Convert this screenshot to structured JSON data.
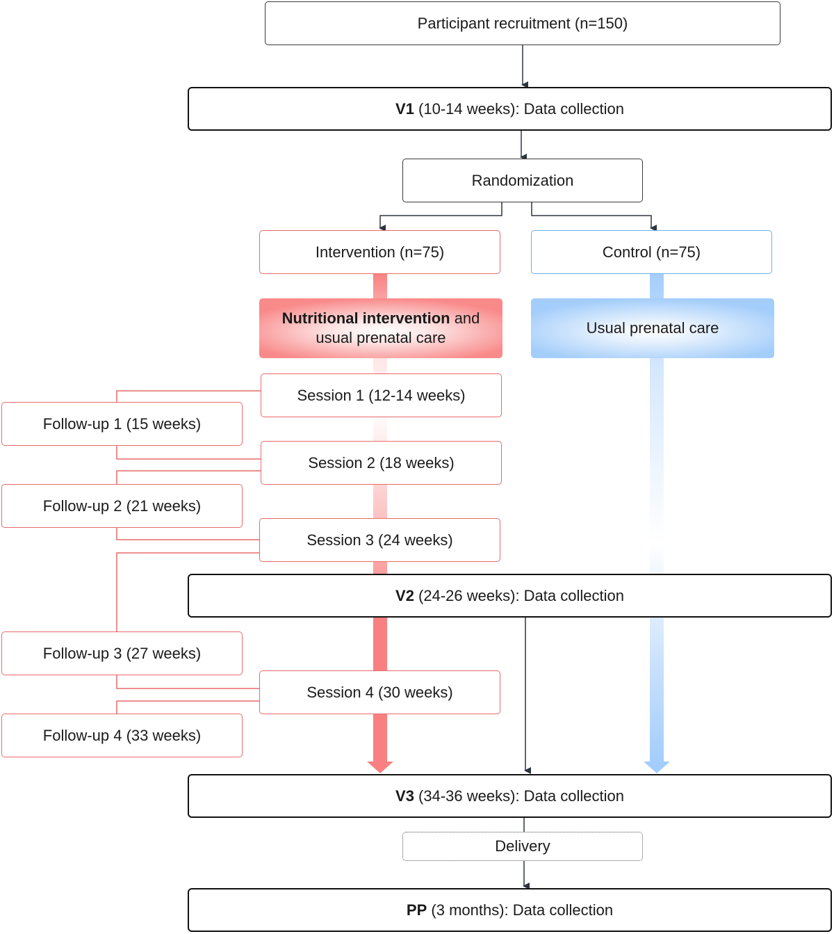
{
  "recruitment": "Participant recruitment (n=150)",
  "v1": {
    "label": "V1",
    "text": " (10-14 weeks): Data collection"
  },
  "randomization": "Randomization",
  "intervention": "Intervention (n=75)",
  "control": "Control (n=75)",
  "intervention_box": {
    "bold": "Nutritional intervention",
    "rest1": " and",
    "line2": "usual prenatal care"
  },
  "control_box": "Usual prenatal care",
  "sessions": [
    "Session 1 (12-14 weeks)",
    "Session 2 (18 weeks)",
    "Session 3 (24 weeks)",
    "Session 4 (30 weeks)"
  ],
  "followups": [
    "Follow-up 1 (15 weeks)",
    "Follow-up 2 (21 weeks)",
    "Follow-up 3 (27 weeks)",
    "Follow-up 4 (33 weeks)"
  ],
  "v2": {
    "label": "V2",
    "text": " (24-26 weeks): Data collection"
  },
  "v3": {
    "label": "V3",
    "text": " (34-36 weeks): Data collection"
  },
  "delivery": "Delivery",
  "pp": {
    "label": "PP",
    "text": " (3 months): Data collection"
  },
  "colors": {
    "intervention": "#e86a6a",
    "control": "#6ab0e8",
    "connector": "#3a3a3a"
  }
}
